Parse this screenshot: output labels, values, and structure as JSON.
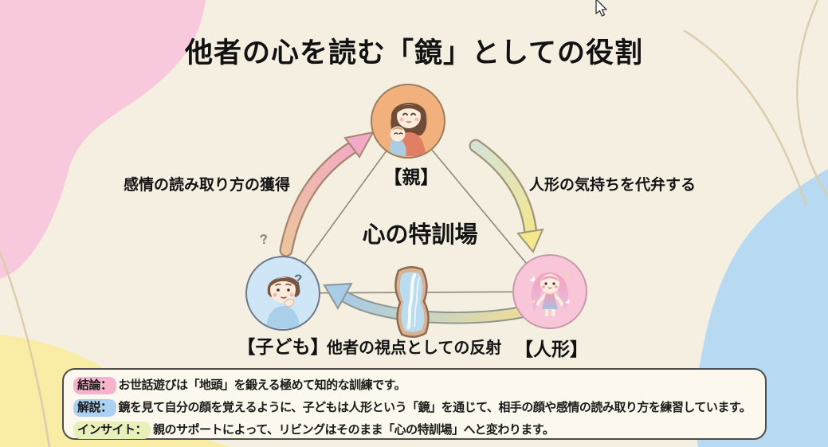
{
  "title": "他者の心を読む「鏡」としての役割",
  "diagram": {
    "center_label": "心の特訓場",
    "nodes": [
      {
        "id": "parent",
        "label": "【親】",
        "icon": "mother-with-baby-icon",
        "circle_color": "#f2b17c"
      },
      {
        "id": "child",
        "label": "【子ども】",
        "icon": "thinking-boy-icon",
        "circle_color": "#cfe6f7"
      },
      {
        "id": "doll",
        "label": "【人形】",
        "icon": "doll-icon",
        "circle_color": "#f9c5d8"
      }
    ],
    "question_marks": {
      "inner": "?",
      "outer": "?"
    },
    "arrows": [
      {
        "id": "child-to-parent",
        "label": "感情の読み取り方の獲得",
        "color": "#f4a9c6"
      },
      {
        "id": "parent-to-doll",
        "label": "人形の気持ちを代弁する",
        "color": "#f4e78c"
      },
      {
        "id": "doll-to-child",
        "label": "他者の視点としての反射",
        "color": "#a6cbe7"
      }
    ]
  },
  "summary_box": {
    "lines": [
      {
        "tag": "結論：",
        "text": "お世話遊びは「地頭」を鍛える極めて知的な訓練です。",
        "highlight_color": "#f7b3cb"
      },
      {
        "tag": "解説：",
        "text": "鏡を見て自分の顔を覚えるように、子どもは人形という「鏡」を通じて、相手の顔や感情の読み取り方を練習しています。",
        "highlight_color": "#abd0f1"
      },
      {
        "tag": "インサイト：",
        "text": "親のサポートによって、リビングはそのまま「心の特訓場」へと変わります。",
        "highlight_color": "#e9efb9"
      }
    ]
  },
  "colors": {
    "background": "#f5efe2",
    "blob_pink": "#f8c8dc",
    "blob_yellow": "#f9eda6",
    "blob_blue": "#b8d9f2",
    "decorative_line": "#dbcdad",
    "triangle_line": "#8f897b",
    "mirror_frame": "#d9b193",
    "mirror_glass": "#b9dcee",
    "summary_border": "#4d4d4d"
  }
}
